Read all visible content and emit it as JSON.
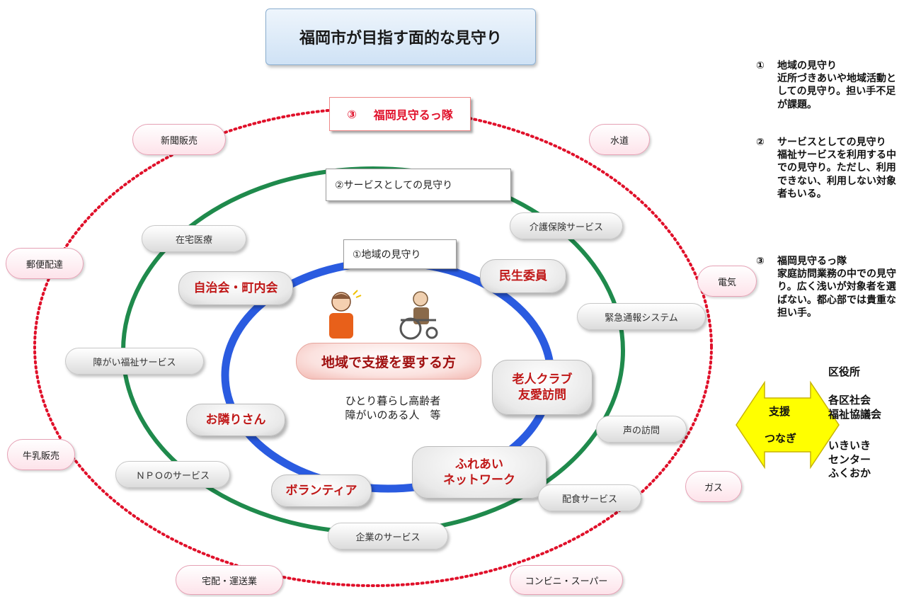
{
  "title": "福岡市が目指す面的な見守り",
  "outer_label": {
    "num": "③",
    "text": "福岡見守るっ隊"
  },
  "middle_label": "②サービスとしての見守り",
  "inner_label": "①地域の見守り",
  "center": {
    "title": "地域で支援を要する方",
    "sub1": "ひとり暮らし高齢者",
    "sub2": "障がいのある人　等"
  },
  "inner_groups": {
    "jichikai": "自治会・町内会",
    "minsei": "民生委員",
    "roujin_1": "老人クラブ",
    "roujin_2": "友愛訪問",
    "fureai_1": "ふれあい",
    "fureai_2": "ネットワーク",
    "volunteer": "ボランティア",
    "otonari": "お隣りさん"
  },
  "services": {
    "zaitaku": "在宅医療",
    "kaigo": "介護保険サービス",
    "kinkyu": "緊急通報システム",
    "shogai": "障がい福祉サービス",
    "koe": "声の訪問",
    "npo": "ＮＰＯのサービス",
    "haishoku": "配食サービス",
    "kigyo": "企業のサービス"
  },
  "outer_partners": {
    "shinbun": "新聞販売",
    "suido": "水道",
    "yusei": "郵便配達",
    "denki": "電気",
    "gyunyu": "牛乳販売",
    "gas": "ガス",
    "takuhai": "宅配・運送業",
    "conbini": "コンビニ・スーパー"
  },
  "notes": [
    {
      "num": "①",
      "heading": "地域の見守り",
      "body": "近所づきあいや地域活動としての見守り。担い手不足が課題。"
    },
    {
      "num": "②",
      "heading": "サービスとしての見守り",
      "body": "福祉サービスを利用する中での見守り。ただし、利用できない、利用しない対象者もいる。"
    },
    {
      "num": "③",
      "heading": "福岡見守るっ隊",
      "body": "家庭訪問業務の中での見守り。広く浅いが対象者を選ばない。都心部では貴重な担い手。"
    }
  ],
  "support": {
    "line1": "支援",
    "line2": "つなぎ"
  },
  "agencies": {
    "kuyakusho": "区役所",
    "shakyo_1": "各区社会",
    "shakyo_2": "福祉協議会",
    "ikiiki_1": "いきいき",
    "ikiiki_2": "センター",
    "ikiiki_3": "ふくおか"
  },
  "colors": {
    "outer_ring": "#e0102a",
    "middle_ring": "#1f8a4c",
    "inner_ring": "#2a5be0",
    "arrow": "#ffff00"
  }
}
